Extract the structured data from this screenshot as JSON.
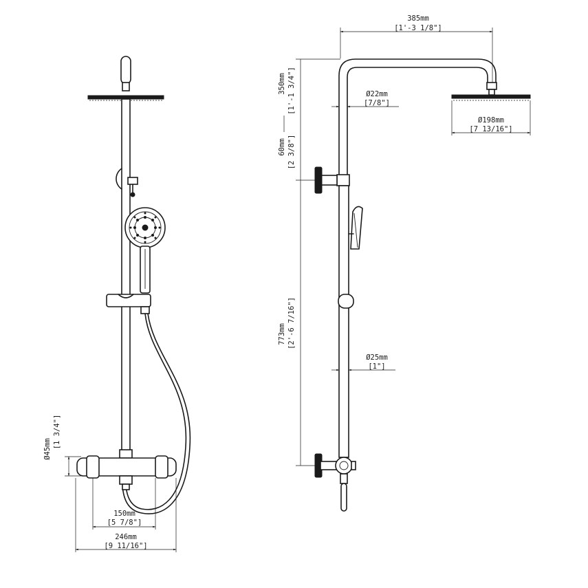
{
  "front_view": {
    "width_overall": {
      "metric": "246mm",
      "imperial": "[9 11/16\"]"
    },
    "connection_centers": {
      "metric": "150mm",
      "imperial": "[5 7/8\"]"
    },
    "mixer_body_diameter": {
      "metric": "Ø45mm",
      "imperial": "[1 3/4\"]"
    }
  },
  "side_view": {
    "arm_projection": {
      "metric": "385mm",
      "imperial": "[1'-3 1/8\"]"
    },
    "arm_pipe_diameter": {
      "metric": "Ø22mm",
      "imperial": "[7/8\"]"
    },
    "head_diameter": {
      "metric": "Ø198mm",
      "imperial": "[7 13/16\"]"
    },
    "arm_height": {
      "metric": "350mm",
      "imperial": "[1'-1 3/4\"]"
    },
    "adjustment_range": {
      "metric": "60mm",
      "imperial": "[2 3/8\"]"
    },
    "riser_height": {
      "metric": "773mm",
      "imperial": "[2'-6 7/16\"]"
    },
    "riser_pipe_diameter": {
      "metric": "Ø25mm",
      "imperial": "[1\"]"
    }
  },
  "colors": {
    "line": "#1a1a1a",
    "background": "#ffffff"
  }
}
